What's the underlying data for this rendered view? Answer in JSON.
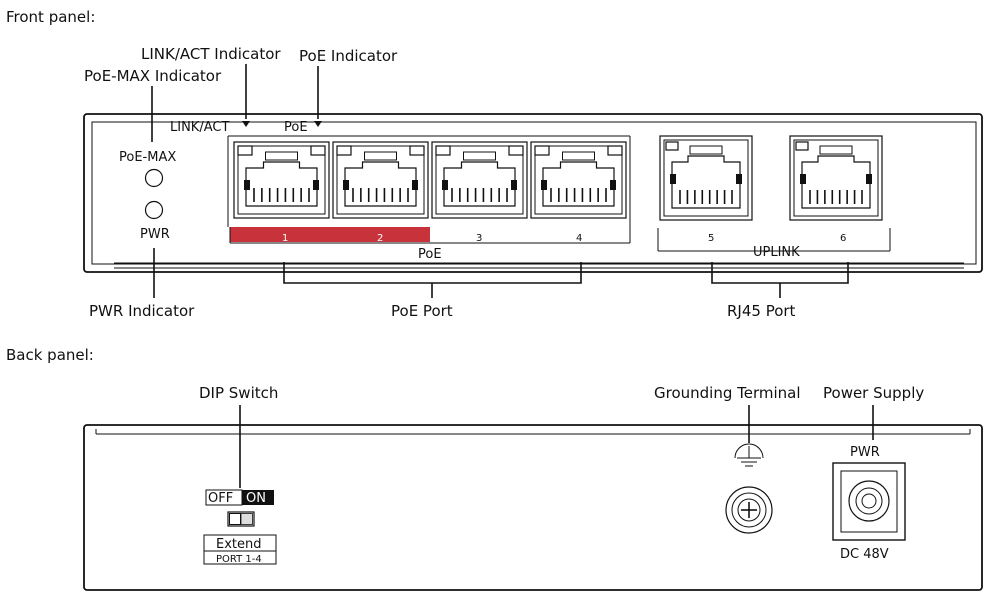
{
  "sections": {
    "front_title": "Front panel:",
    "back_title": "Back panel:"
  },
  "front": {
    "callouts": {
      "link_act_indicator": "LINK/ACT Indicator",
      "poe_indicator": "PoE Indicator",
      "poe_max_indicator": "PoE-MAX Indicator",
      "pwr_indicator": "PWR Indicator",
      "poe_port": "PoE Port",
      "rj45_port": "RJ45 Port"
    },
    "panel_labels": {
      "link_act": "LINK/ACT",
      "poe": "PoE",
      "poe_max": "PoE-MAX",
      "pwr": "PWR",
      "poe_group": "PoE",
      "uplink_group": "UPLINK"
    },
    "ports": [
      "1",
      "2",
      "3",
      "4",
      "5",
      "6"
    ],
    "colors": {
      "poe_bar": "#c8323a"
    }
  },
  "back": {
    "callouts": {
      "dip_switch": "DIP Switch",
      "grounding_terminal": "Grounding Terminal",
      "power_supply": "Power Supply"
    },
    "panel_labels": {
      "off": "OFF",
      "on": "ON",
      "extend": "Extend",
      "port_range": "PORT 1-4",
      "pwr": "PWR",
      "dc": "DC 48V"
    }
  }
}
